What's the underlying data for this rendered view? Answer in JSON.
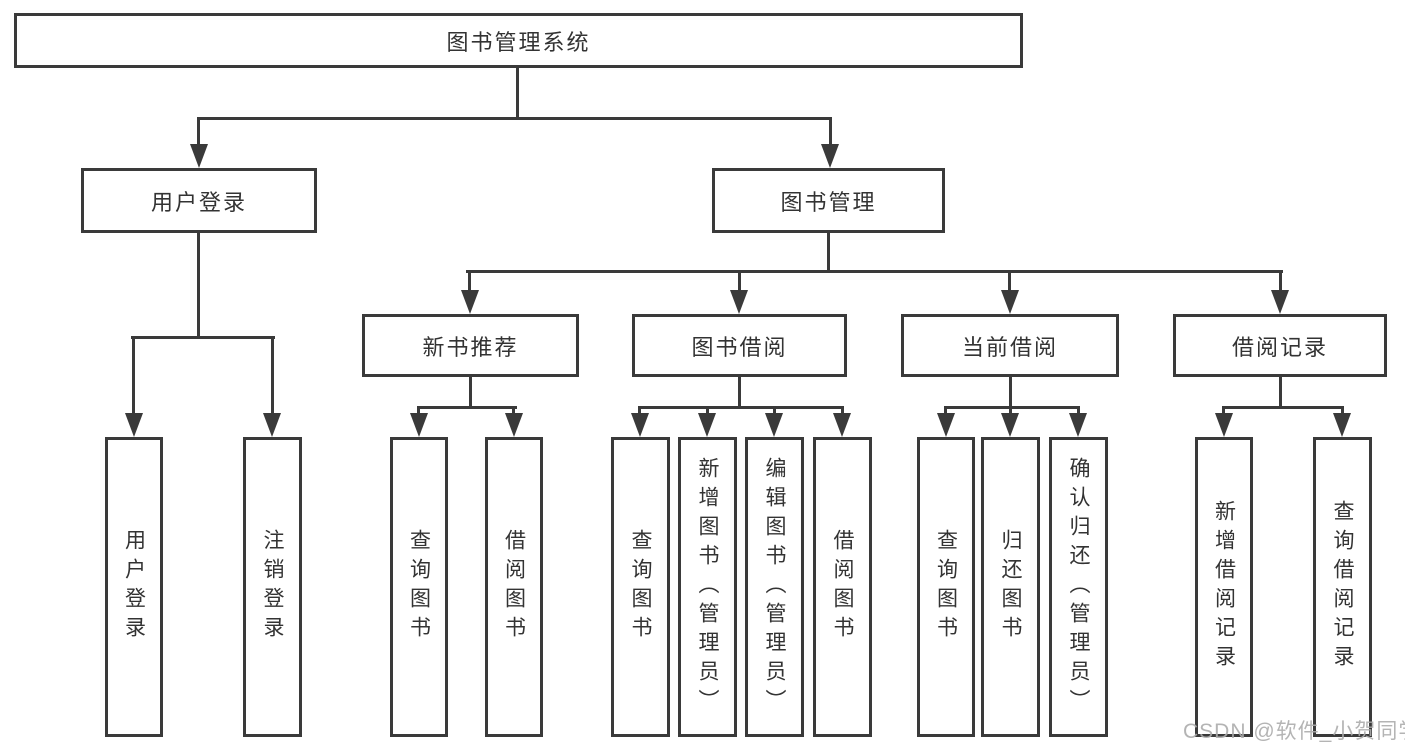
{
  "diagram": {
    "title": "图书管理系统",
    "type": "function-structure-tree",
    "colors": {
      "line": "#3a3a3a",
      "text": "#333333",
      "box_background": "#ffffff",
      "page_background": "#ffffff",
      "watermark": "#acacac"
    },
    "nodes": {
      "root": {
        "label": "图书管理系统"
      },
      "userLogin": {
        "label": "用户登录"
      },
      "bookMgmt": {
        "label": "图书管理"
      },
      "userLoginLeaf": {
        "label": "用户登录"
      },
      "logoutLeaf": {
        "label": "注销登录"
      },
      "newBookRec": {
        "label": "新书推荐"
      },
      "bookBorrow": {
        "label": "图书借阅"
      },
      "currentBorrow": {
        "label": "当前借阅"
      },
      "borrowRecords": {
        "label": "借阅记录"
      },
      "nbrQueryBooks": {
        "label": "查询图书"
      },
      "nbrBorrowBooks": {
        "label": "借阅图书"
      },
      "bbQueryBooks": {
        "label": "查询图书"
      },
      "bbAddBooks": {
        "label": "新增图书（管理员）"
      },
      "bbEditBooks": {
        "label": "编辑图书（管理员）"
      },
      "bbBorrowBooks": {
        "label": "借阅图书"
      },
      "cbQueryBooks": {
        "label": "查询图书"
      },
      "cbReturnBooks": {
        "label": "归还图书"
      },
      "cbConfirmReturn": {
        "label": "确认归还（管理员）"
      },
      "brAddRecord": {
        "label": "新增借阅记录"
      },
      "brQueryRecord": {
        "label": "查询借阅记录"
      }
    },
    "edges": [
      {
        "from": "图书管理系统",
        "to": [
          "用户登录",
          "图书管理"
        ]
      },
      {
        "from": "用户登录",
        "to": [
          "用户登录",
          "注销登录"
        ]
      },
      {
        "from": "图书管理",
        "to": [
          "新书推荐",
          "图书借阅",
          "当前借阅",
          "借阅记录"
        ]
      },
      {
        "from": "新书推荐",
        "to": [
          "查询图书",
          "借阅图书"
        ]
      },
      {
        "from": "图书借阅",
        "to": [
          "查询图书",
          "新增图书（管理员）",
          "编辑图书（管理员）",
          "借阅图书"
        ]
      },
      {
        "from": "当前借阅",
        "to": [
          "查询图书",
          "归还图书",
          "确认归还（管理员）"
        ]
      },
      {
        "from": "借阅记录",
        "to": [
          "新增借阅记录",
          "查询借阅记录"
        ]
      }
    ]
  },
  "watermark": {
    "text": "CSDN @软件_小贺同学"
  }
}
